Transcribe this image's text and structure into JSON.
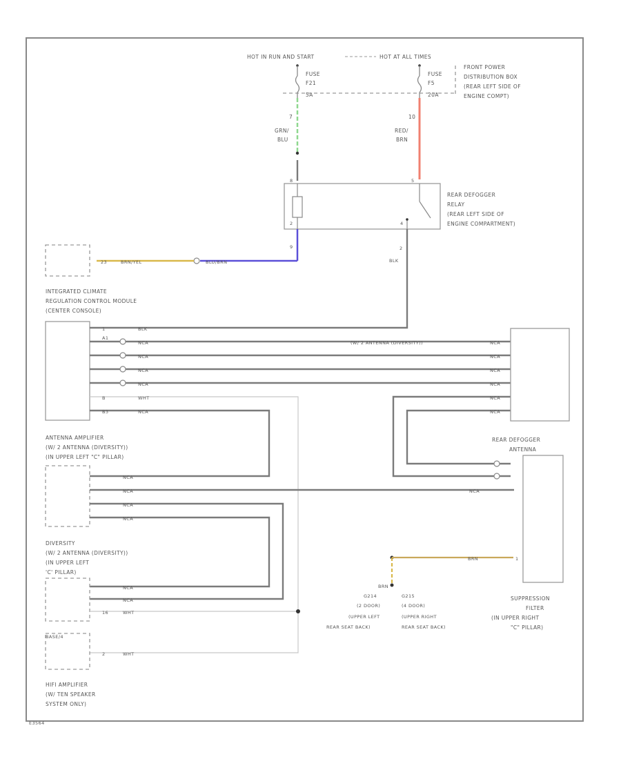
{
  "power": {
    "hot_run_start": "HOT IN RUN AND START",
    "hot_all_times": "HOT AT ALL TIMES"
  },
  "fuse_f21": {
    "label": "FUSE",
    "id": "F21",
    "rating": "5A"
  },
  "fuse_f5": {
    "label": "FUSE",
    "id": "F5",
    "rating": "20A"
  },
  "front_power_box": [
    "FRONT POWER",
    "DISTRIBUTION BOX",
    "(REAR LEFT SIDE OF",
    "ENGINE COMPT)"
  ],
  "wire_left_top": {
    "pin": "7",
    "color_line1": "GRN/",
    "color_line2": "BLU"
  },
  "wire_right_top": {
    "pin": "10",
    "color_line1": "RED/",
    "color_line2": "BRN"
  },
  "relay": {
    "name": [
      "REAR DEFOGGER",
      "RELAY",
      "(REAR LEFT SIDE OF",
      "ENGINE COMPARTMENT)"
    ],
    "pin_left_top": "8",
    "pin_right_top": "5",
    "pin_left_bottom": "2",
    "pin_right_bottom": "4"
  },
  "relay_out": {
    "left_pin": "9",
    "right_pin": "2",
    "right_color": "BLK"
  },
  "climate_link": {
    "pin": "23",
    "color1": "BRN/YEL",
    "color2": "BLU/BRN"
  },
  "climate_module": [
    "INTEGRATED CLIMATE",
    "REGULATION CONTROL MODULE",
    "(CENTER CONSOLE)"
  ],
  "module_wires": [
    {
      "pin": "1",
      "color": "BLK"
    },
    {
      "pin": "A1",
      "color": "NCA"
    },
    {
      "pin": "",
      "color": "NCA"
    },
    {
      "pin": "",
      "color": "NCA"
    },
    {
      "pin": "",
      "color": "NCA"
    },
    {
      "pin": "B",
      "color": "WHT"
    },
    {
      "pin": "B3",
      "color": "NCA"
    }
  ],
  "diversity_center_label": "(W/ 2 ANTENNA (DIVERSITY))",
  "right_wire_colors": [
    "NCA",
    "NCA",
    "NCA",
    "NCA",
    "NCA",
    "NCA"
  ],
  "antenna_amplifier": [
    "ANTENNA AMPLIFIER",
    "(W/ 2 ANTENNA (DIVERSITY))",
    "(IN UPPER LEFT \"C\" PILLAR)"
  ],
  "amp_wires": [
    "NCA",
    "NCA",
    "NCA",
    "NCA"
  ],
  "long_wire_right": "NCA",
  "rear_defogger_antenna": [
    "REAR DEFOGGER",
    "ANTENNA"
  ],
  "diversity": [
    "DIVERSITY",
    "(W/ 2 ANTENNA (DIVERSITY))",
    "(IN UPPER LEFT",
    "'C' PILLAR)"
  ],
  "diversity_wires": [
    {
      "pin": "",
      "color": "NCA"
    },
    {
      "pin": "",
      "color": "NCA"
    },
    {
      "pin": "16",
      "color": "WHT"
    }
  ],
  "hifi_wire": {
    "pin": "2",
    "color": "WHT"
  },
  "hifi_tag": "BASE/4",
  "hifi_amplifier": [
    "HIFI AMPLIFIER",
    "(W/ TEN SPEAKER",
    "SYSTEM ONLY)"
  ],
  "ground": {
    "color": "BRN",
    "g214": [
      "G214",
      "(2 DOOR)",
      "(UPPER LEFT",
      "REAR SEAT BACK)"
    ],
    "g215": [
      "G215",
      "(4 DOOR)",
      "(UPPER RIGHT",
      "REAR SEAT BACK)"
    ]
  },
  "suppression_wire": {
    "color": "BRN",
    "pin": "1"
  },
  "suppression_filter": [
    "SUPPRESSION",
    "FILTER",
    "(IN UPPER RIGHT",
    "\"C\" PILLAR)"
  ],
  "corner_code": "E3564",
  "colors": {
    "green": "#8fd88f",
    "red": "#f08070",
    "yellow": "#d9b84a",
    "blue": "#5a4fd8",
    "tan": "#c9a85a"
  }
}
